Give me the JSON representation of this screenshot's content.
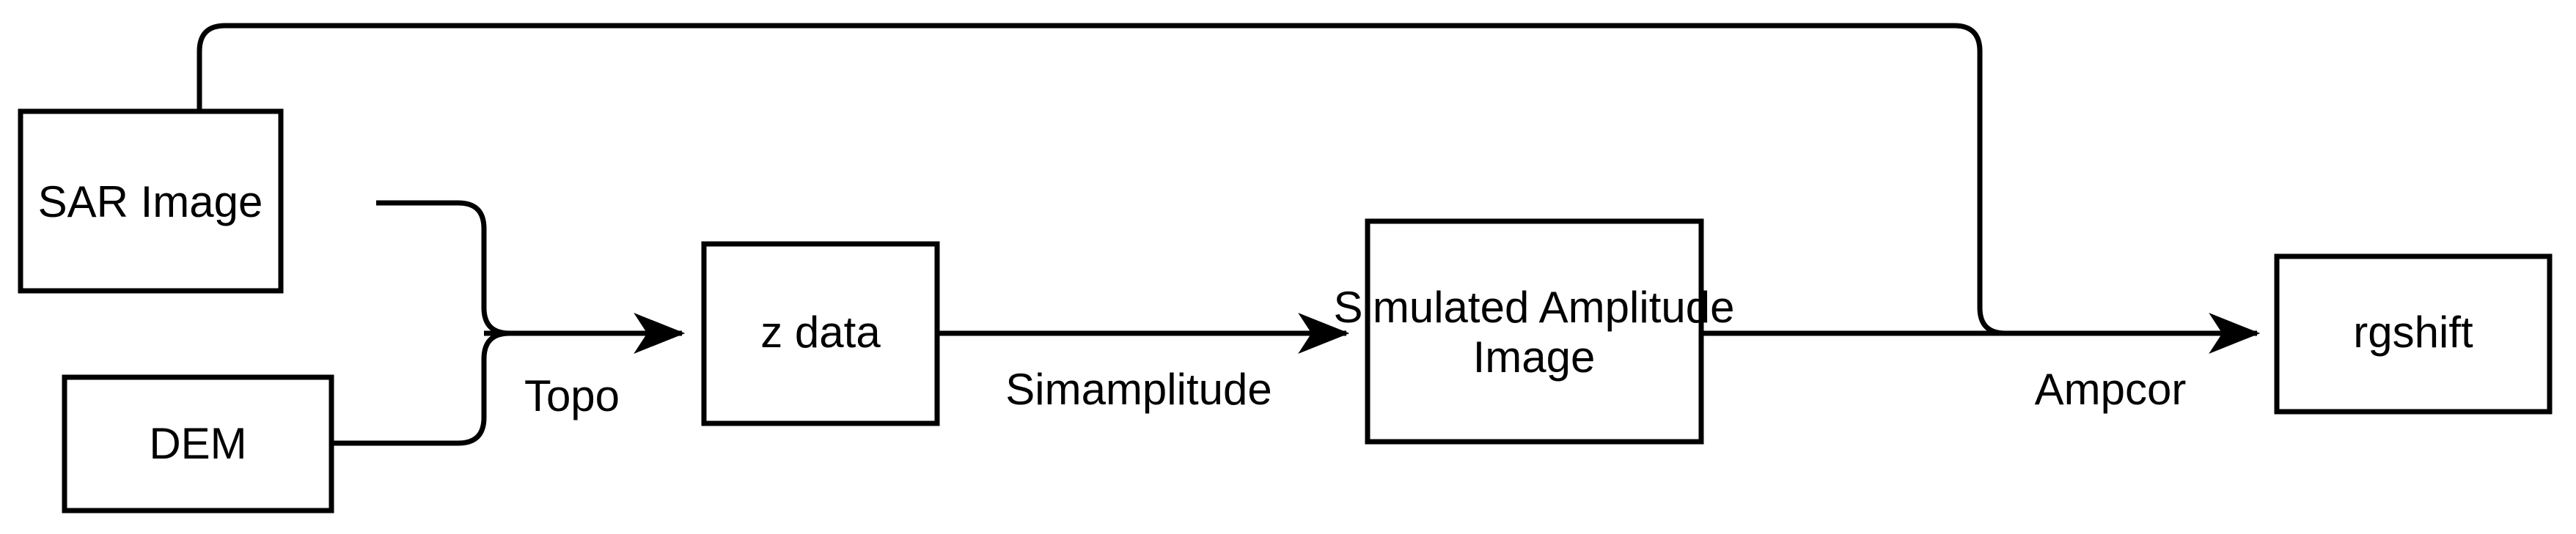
{
  "diagram": {
    "title": "SAR amplitude-correlation range-shift workflow",
    "background_color": "#ffffff",
    "line_color": "#000000",
    "text_color": "#000000",
    "nodes": [
      {
        "id": "sar_image",
        "label": "SAR Image"
      },
      {
        "id": "dem",
        "label": "DEM"
      },
      {
        "id": "z_data",
        "label": "z data"
      },
      {
        "id": "sim_amp_image_line1",
        "label": "Simulated Amplitude"
      },
      {
        "id": "sim_amp_image_line2",
        "label": "Image"
      },
      {
        "id": "rgshift",
        "label": "rgshift"
      }
    ],
    "edge_labels": [
      {
        "id": "topo",
        "label": "Topo"
      },
      {
        "id": "simamplitude",
        "label": "Simamplitude"
      },
      {
        "id": "ampcor",
        "label": "Ampcor"
      }
    ]
  }
}
